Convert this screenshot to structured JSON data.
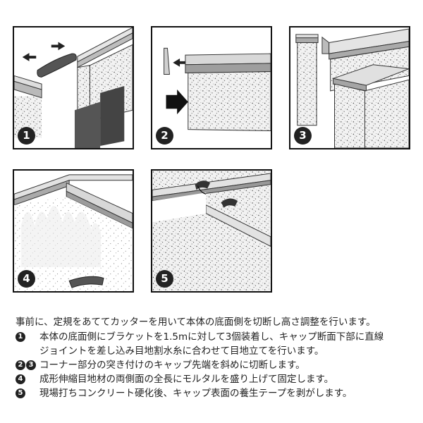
{
  "panels": [
    {
      "id": "p1",
      "step": "1"
    },
    {
      "id": "p2",
      "step": "2"
    },
    {
      "id": "p3",
      "step": "3"
    },
    {
      "id": "p4",
      "step": "4"
    },
    {
      "id": "p5",
      "step": "5"
    }
  ],
  "instructions": {
    "intro": "事前に、定規をあててカッターを用いて本体の底面側を切断し高さ調整を行います。",
    "steps": [
      {
        "markers": [
          "1"
        ],
        "lines": [
          "本体の底面側にブラケットを1.5mに対して3個装着し、キャップ断面下部に直線",
          "ジョイントを差し込み目地割水糸に合わせて目地立てを行います。"
        ]
      },
      {
        "markers": [
          "2",
          "3"
        ],
        "lines": [
          "コーナー部分の突き付けのキャップ先端を斜めに切断します。"
        ]
      },
      {
        "markers": [
          "4"
        ],
        "lines": [
          "成形伸縮目地材の両側面の全長にモルタルを盛り上げて固定します。"
        ]
      },
      {
        "markers": [
          "5"
        ],
        "lines": [
          "現場打ちコンクリート硬化後、キャップ表面の養生テープを剥がします。"
        ]
      }
    ]
  }
}
